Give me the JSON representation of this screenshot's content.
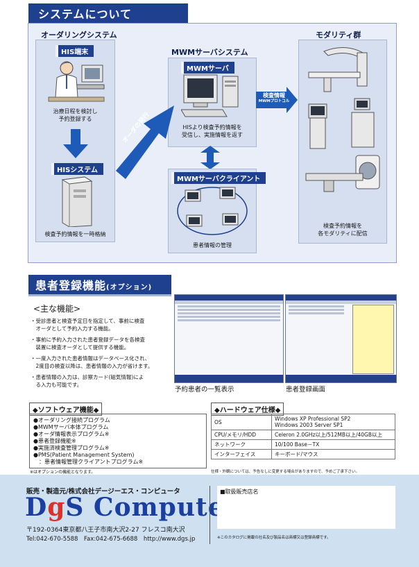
{
  "section1": {
    "title": "システムについて"
  },
  "ordering": {
    "title": "オーダリングシステム",
    "his_terminal_tag": "HIS端末",
    "his_terminal_caption": [
      "治療日程を検討し",
      "予約登録する"
    ],
    "his_system_tag": "HISシステム",
    "his_system_caption": "検査予約情報を一時格納"
  },
  "mwm": {
    "title": "MWMサーバシステム",
    "server_tag": "MWMサーバ",
    "server_caption": [
      "HISより検査予約情報を",
      "受信し、実施情報を返す"
    ],
    "client_tag": "MWMサーバクライアント",
    "client_caption": "患者情報の管理"
  },
  "modality": {
    "title": "モダリティ群",
    "caption": [
      "検査予約情報を",
      "各モダリティに配信"
    ]
  },
  "arrows": {
    "order_issue": "オーダの発行",
    "exam_info": "検査情報",
    "protocol": "MWMプロトコル"
  },
  "section2": {
    "title": "患者登録機能",
    "title_suffix": "(オプション)"
  },
  "features": {
    "heading": "<主な機能>",
    "items": [
      [
        "・受診患者と検査予定日を指定して、事前に検査",
        "　オーダとして予約入力する機能。"
      ],
      [
        "・事前に予約入力された患者登録データを各検査",
        "　装置に検査オーダとして提供する機能。"
      ],
      [
        "・一度入力された患者情報はデータベース化され、",
        "　2度目の検査以降は、患者情報の入力が省けます。"
      ],
      [
        "・患者情報の入力は、診察カード(磁気情報)によ",
        "　る入力も可能です。"
      ]
    ]
  },
  "screens": {
    "left_caption": "予約患者の一覧表示",
    "right_caption": "患者登録画面"
  },
  "software": {
    "title": "◆ソフトウェア機能◆",
    "items": [
      "●オーダリング接続プログラム",
      "●MWMサーバ本体プログラム",
      "●オーダ情報表示プログラム※",
      "●患者登録機能※",
      "●実施済検査管理プログラム※",
      "●PMS(Patient Management System)",
      "　：患者情報管理クライアントプログラム※"
    ],
    "note": "※はオプションの機能となります。"
  },
  "hardware": {
    "title": "◆ハードウェア仕様◆",
    "rows": [
      {
        "label": "OS",
        "value": [
          "Windows XP Professional SP2",
          "Windows 2003 Server SP1"
        ]
      },
      {
        "label": "CPU/メモリ/HDD",
        "value": [
          "Celeron 2.0GHz以上/512MB以上/40GB以上"
        ]
      },
      {
        "label": "ネットワーク",
        "value": [
          "10/100 Base－TX"
        ]
      },
      {
        "label": "インターフェイス",
        "value": [
          "キーボード/マウス"
        ]
      }
    ],
    "note": "仕様・外観については、予告なしに変更する場合がありますので、予めご了承下さい。"
  },
  "footer": {
    "seller": "販売・製造元/株式会社デージーエス・コンピュータ",
    "logo_d": "D",
    "logo_g": "g",
    "logo_rest": "S Computer",
    "address": "〒192-0364東京都八王子市南大沢2-27 フレスコ南大沢",
    "contact": "Tel:042-670-5588　Fax:042-675-6688　http://www.dgs.jp",
    "dealer_label": "■取扱販売店名",
    "trademark_note": "※このカタログに掲載の社名及び製品名は商標又は登録商標です。"
  },
  "colors": {
    "navy": "#1f3f8f",
    "accent_blue": "#1e5bb8",
    "footer_bg": "#cfe0f0",
    "logo_g": "#d9322b"
  }
}
